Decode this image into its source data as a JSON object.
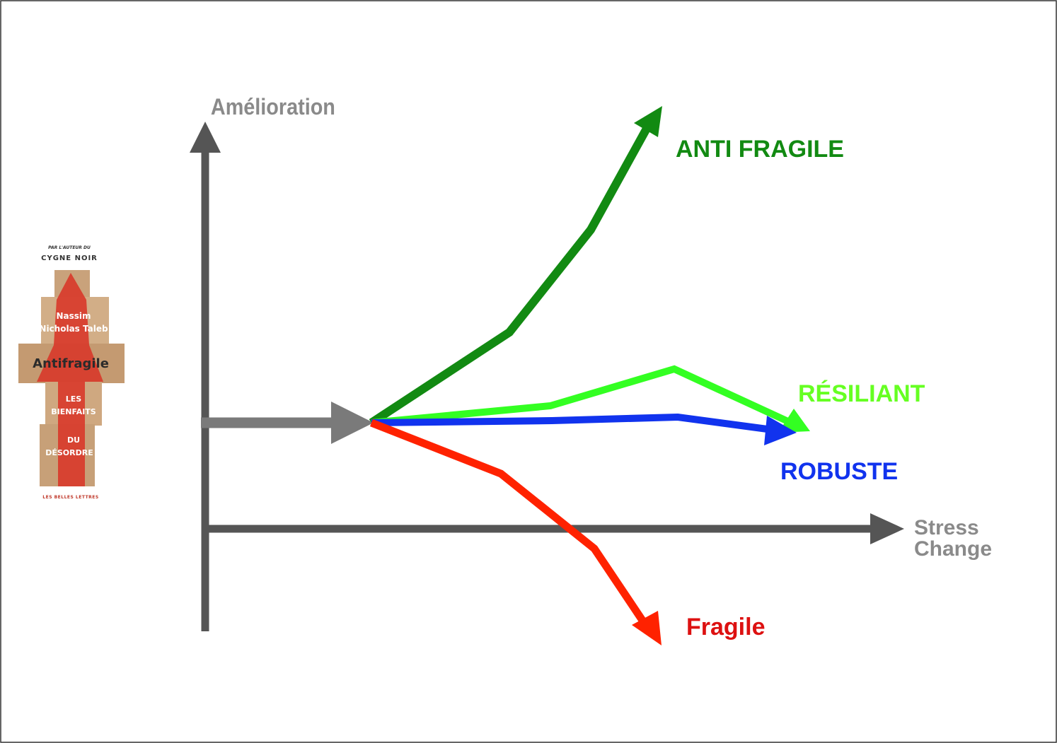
{
  "diagram": {
    "y_axis_label": "Amélioration",
    "x_axis_label_line1": "Stress",
    "x_axis_label_line2": "Change",
    "curves": {
      "antifragile": {
        "label": "ANTI FRAGILE",
        "color": "#128a12"
      },
      "resiliant": {
        "label": "RÉSILIANT",
        "color": "#33ff22"
      },
      "robuste": {
        "label": "ROBUSTE",
        "color": "#1133ee"
      },
      "fragile": {
        "label": "Fragile",
        "color": "#ff2200"
      }
    },
    "axis_color": "#555555",
    "start_arrow_color": "#7a7a7a"
  },
  "book_cover": {
    "top_small": "PAR L'AUTEUR DU",
    "top_title": "CYGNE NOIR",
    "author_line1": "Nassim",
    "author_line2": "Nicholas Taleb",
    "title": "Antifragile",
    "sub_line1": "LES",
    "sub_line2": "BIENFAITS",
    "sub_line3": "DU",
    "sub_line4": "DÉSORDRE",
    "publisher": "LES BELLES LETTRES"
  }
}
